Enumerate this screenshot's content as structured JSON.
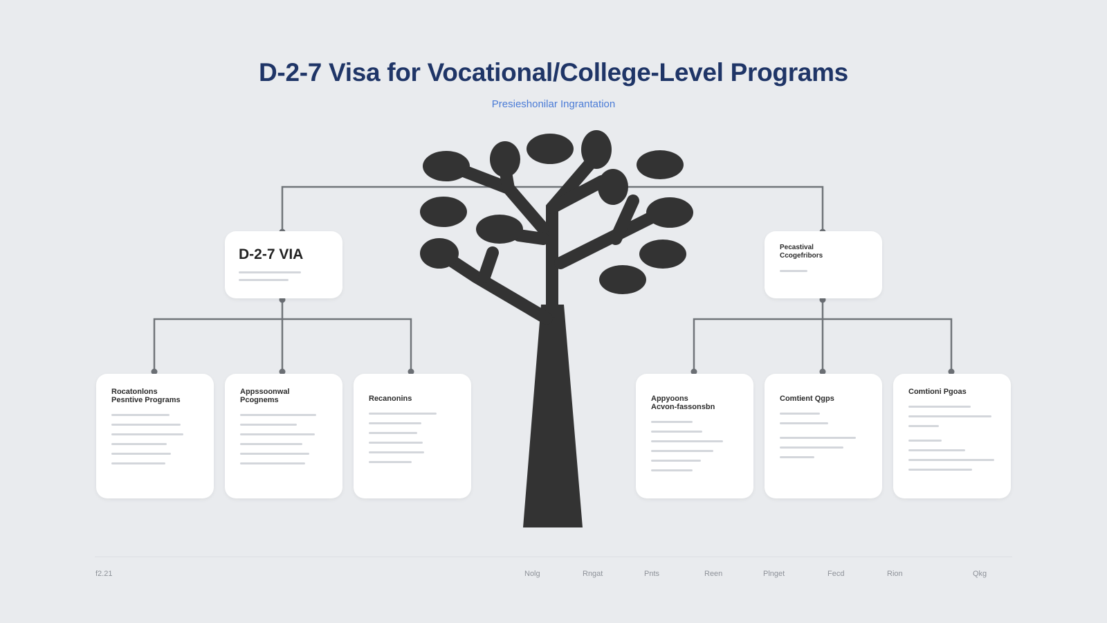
{
  "title": "D-2-7 Visa for Vocational/College-Level Programs",
  "subtitle": "Presieshonilar Ingrantation",
  "top_cards": {
    "left": {
      "heading": "D-2-7 VIA"
    },
    "right": {
      "heading": "Pecastival\nCcogefribors"
    }
  },
  "bottom_cards": [
    {
      "heading": "Rocatonlons\nPesntive Programs"
    },
    {
      "heading": "Appssoonwal\nPcognems"
    },
    {
      "heading": "Recanonins"
    },
    {
      "heading": "Appyoons\nAcvon-fassonsbn"
    },
    {
      "heading": "Comtient Qgps"
    },
    {
      "heading": "Comtioni Pgoas"
    }
  ],
  "footer": {
    "left_label": "f2.21",
    "nav": [
      "Nolg",
      "Rngat",
      "Pnts",
      "Reen",
      "Plnget",
      "Fecd",
      "Rion",
      "Qkg"
    ]
  },
  "colors": {
    "title": "#1f3567",
    "subtitle": "#4a7bd6",
    "tree": "#333333",
    "connector": "#707479",
    "card": "#ffffff",
    "background": "#e9ebee"
  }
}
